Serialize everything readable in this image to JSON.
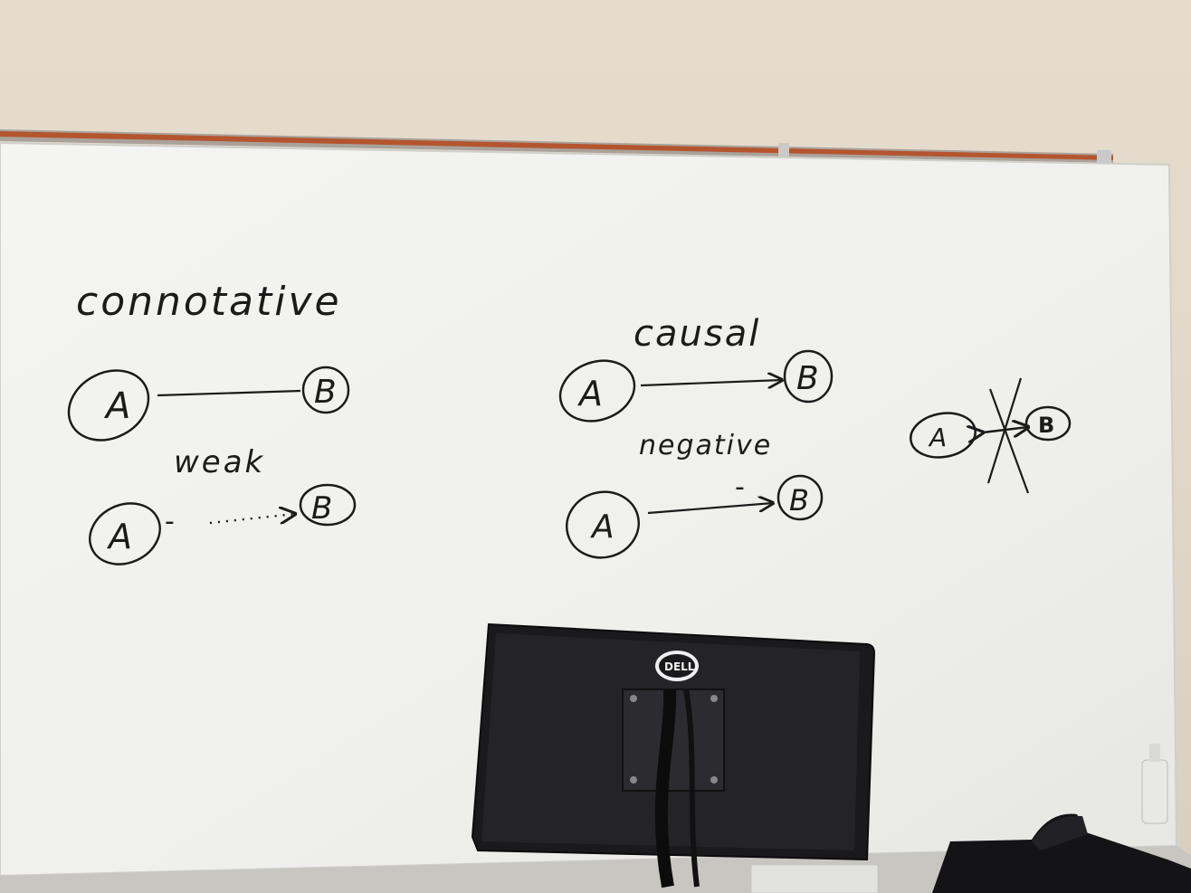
{
  "whiteboard": {
    "labels": {
      "connotative": "connotative",
      "causal": "causal",
      "weak": "weak",
      "negative": "negative"
    },
    "nodes": {
      "a": "A",
      "b": "B"
    },
    "signs": {
      "minus": "-"
    },
    "colors": {
      "board": "#f2f2ef",
      "ink": "#1b1b1b",
      "tray_rail": "#b4552f",
      "wall": "#e6dccd"
    }
  },
  "monitor": {
    "brand": "DELL",
    "colors": {
      "body": "#1a1a1c",
      "logo": "#f0f0f0"
    }
  }
}
